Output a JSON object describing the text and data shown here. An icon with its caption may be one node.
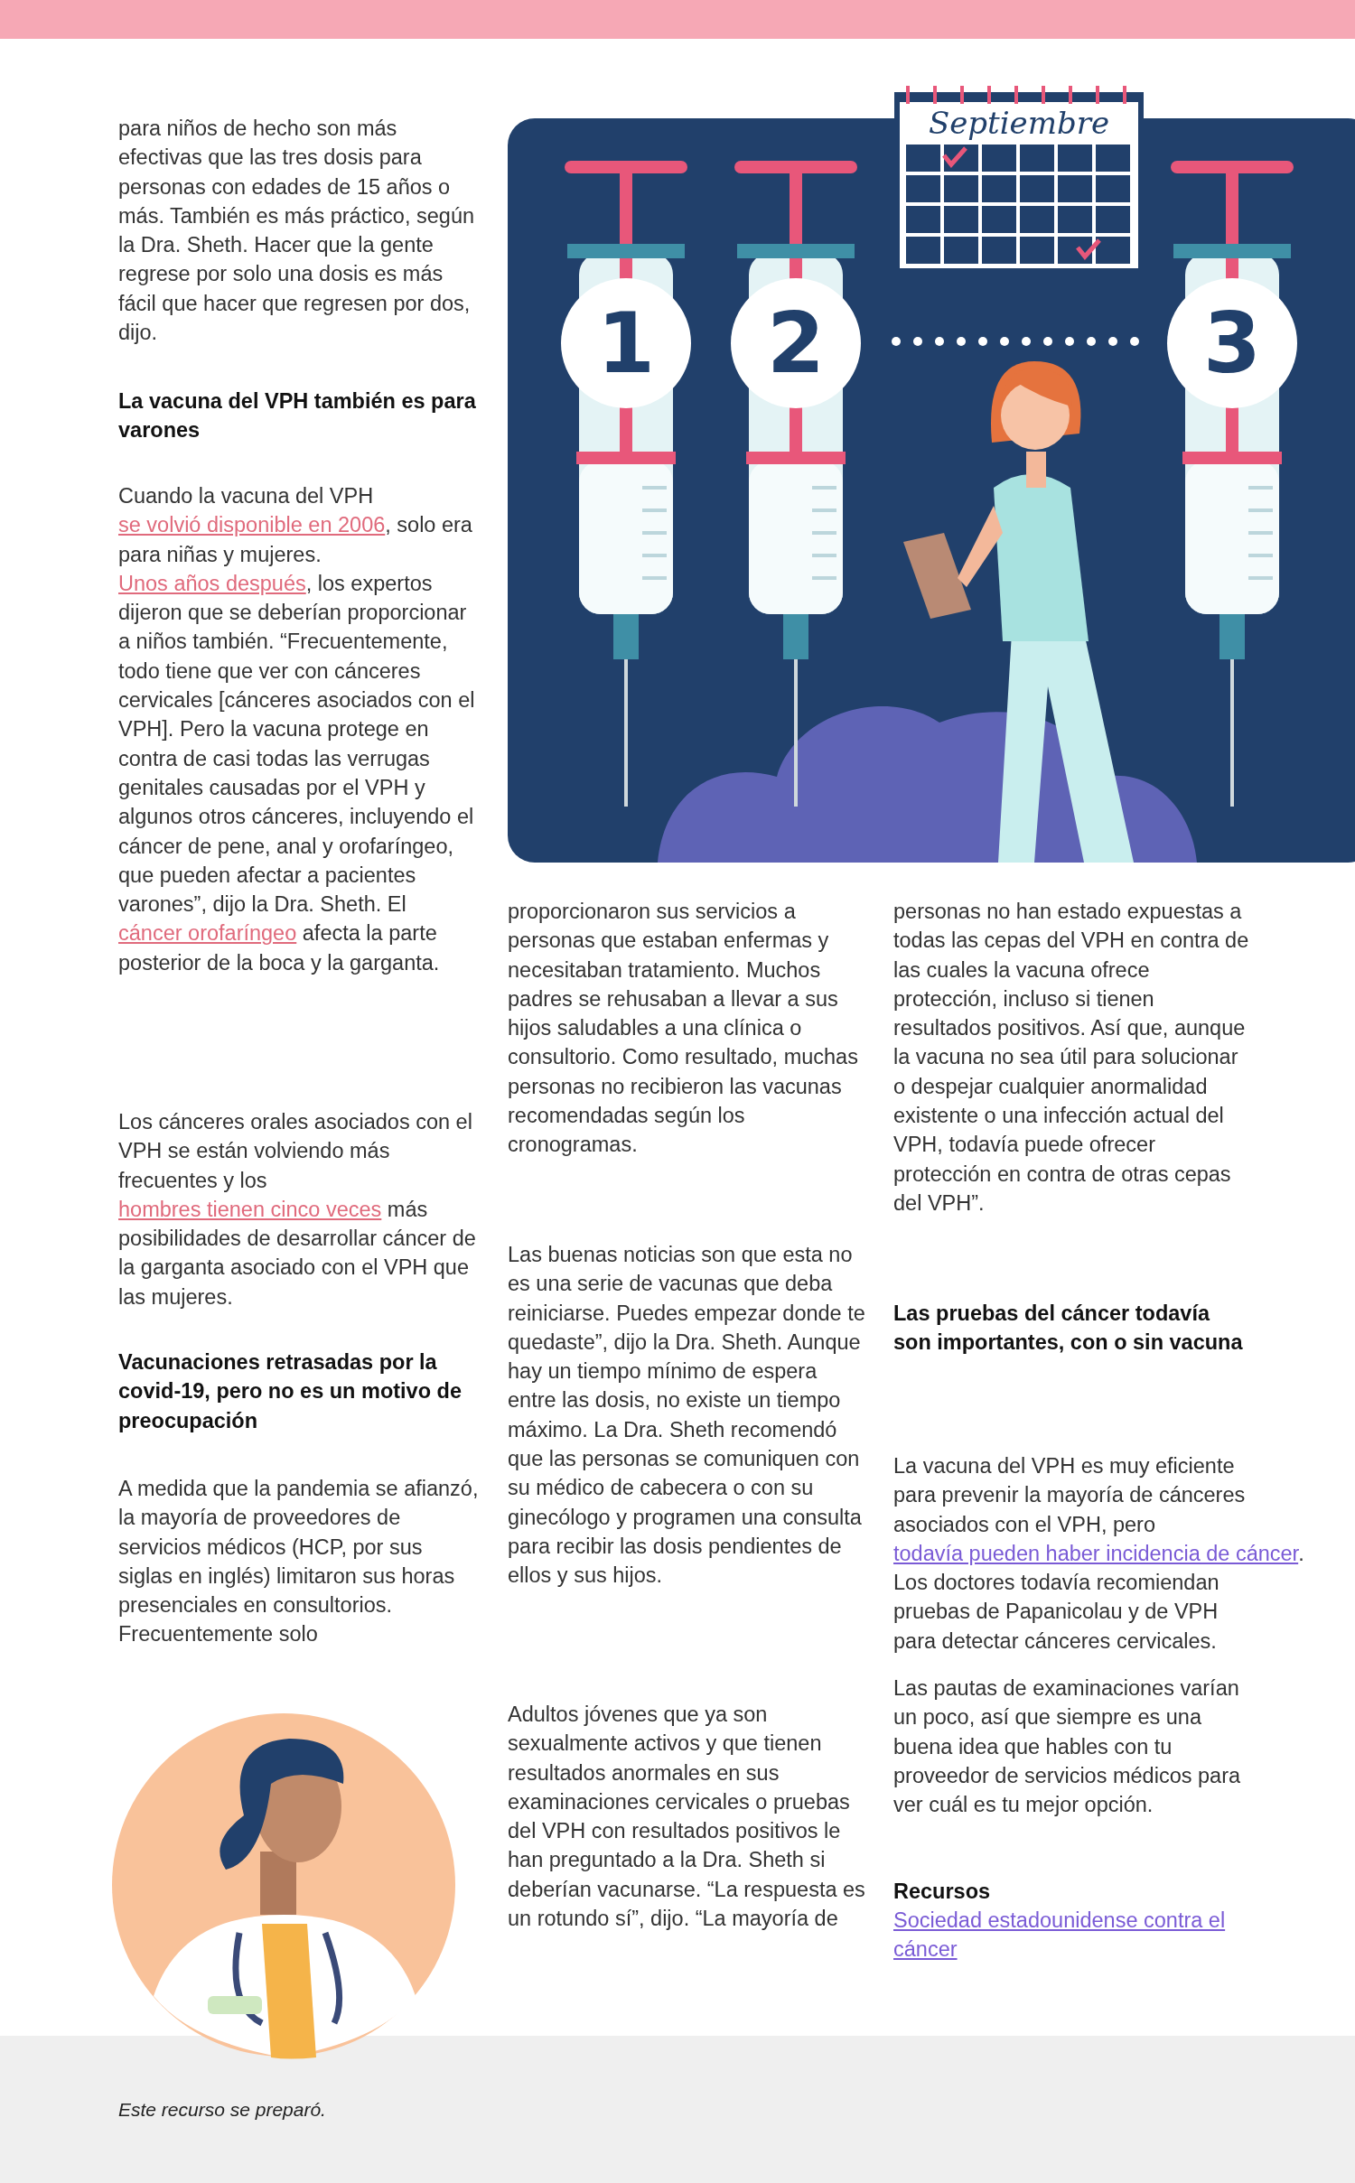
{
  "diagram": {
    "labels": [
      "para niños de hecho son más efectivas que las tres dosis para personas con edades de 15 años o más. También es más práctico, según la Dra. Sheth. Hacer que la gente regrese por solo una dosis es más fácil que hacer que regresen por dos, dijo.",
      "La vacuna del VPH también es para varones",
      "Cuando la vacuna del VPH",
      "se volvió disponible en 2006",
      ", solo era para niñas y mujeres.",
      "Unos años después",
      ", los expertos dijeron que se deberían proporcionar a niños también. “Frecuentemente, todo tiene que ver con cánceres cervicales [cánceres asociados con el VPH]. Pero la vacuna protege en contra de casi todas las verrugas genitales causadas por el VPH y algunos otros cánceres, incluyendo el cáncer de pene, anal y orofaríngeo, que pueden afectar a pacientes varones”, dijo la Dra. Sheth. El",
      "cáncer orofaríngeo",
      "afecta la parte posterior de la boca y la garganta.",
      "Los cánceres orales asociados con el VPH se están volviendo más frecuentes y los",
      "hombres tienen cinco veces",
      "más posibilidades de desarrollar cáncer de la garganta asociado con el VPH que las mujeres.",
      "Vacunaciones retrasadas por la covid-19, pero no es un motivo de preocupación",
      "A medida que la pandemia se afianzó, la mayoría de proveedores de servicios médicos (HCP, por sus siglas en inglés) limitaron sus horas presenciales en consultorios. Frecuentemente solo",
      "proporcionaron sus servicios a personas que estaban enfermas y necesitaban tratamiento. Muchos padres se rehusaban a llevar a sus hijos saludables a una clínica o consultorio. Como resultado, muchas personas no recibieron las vacunas recomendadas según los cronogramas.",
      "Las buenas noticias son que esta no es una serie de vacunas que deba reiniciarse. Puedes empezar donde te quedaste”, dijo la Dra. Sheth. Aunque hay un tiempo mínimo de espera entre las dosis, no existe un tiempo máximo. La Dra. Sheth recomendó que las personas se comuniquen con su médico de cabecera o con su ginecólogo y programen una consulta para recibir las dosis pendientes de ellos y sus hijos.",
      "Adultos jóvenes que ya son sexualmente activos y que tienen resultados anormales en sus examinaciones cervicales o pruebas del VPH con resultados positivos le han preguntado a la Dra. Sheth si deberían vacunarse. “La respuesta es un rotundo sí”, dijo. “La mayoría de",
      "personas no han estado expuestas a todas las cepas del VPH en contra de las cuales la vacuna ofrece protección, incluso si tienen resultados positivos. Así que, aunque la vacuna no sea útil para solucionar o despejar cualquier anormalidad existente o una infección actual del VPH, todavía puede ofrecer protección en contra de otras cepas del VPH”.",
      "Las pruebas del cáncer todavía son importantes, con o sin vacuna",
      "La vacuna del VPH es muy eficiente para prevenir la mayoría de cánceres asociados con el VPH, pero",
      "todavía pueden haber incidencia de cáncer",
      ". Los doctores todavía recomiendan pruebas de Papanicolau y de VPH para detectar cánceres cervicales.",
      "Las pautas de examinaciones varían un poco, así que siempre es una buena idea que hables con tu proveedor de servicios médicos para ver cuál es tu mejor opción.",
      "Recursos",
      "Sociedad estadounidense contra el cáncer",
      "Septiembre",
      "1",
      "2",
      "3",
      "Este recurso se preparó."
    ]
  }
}
